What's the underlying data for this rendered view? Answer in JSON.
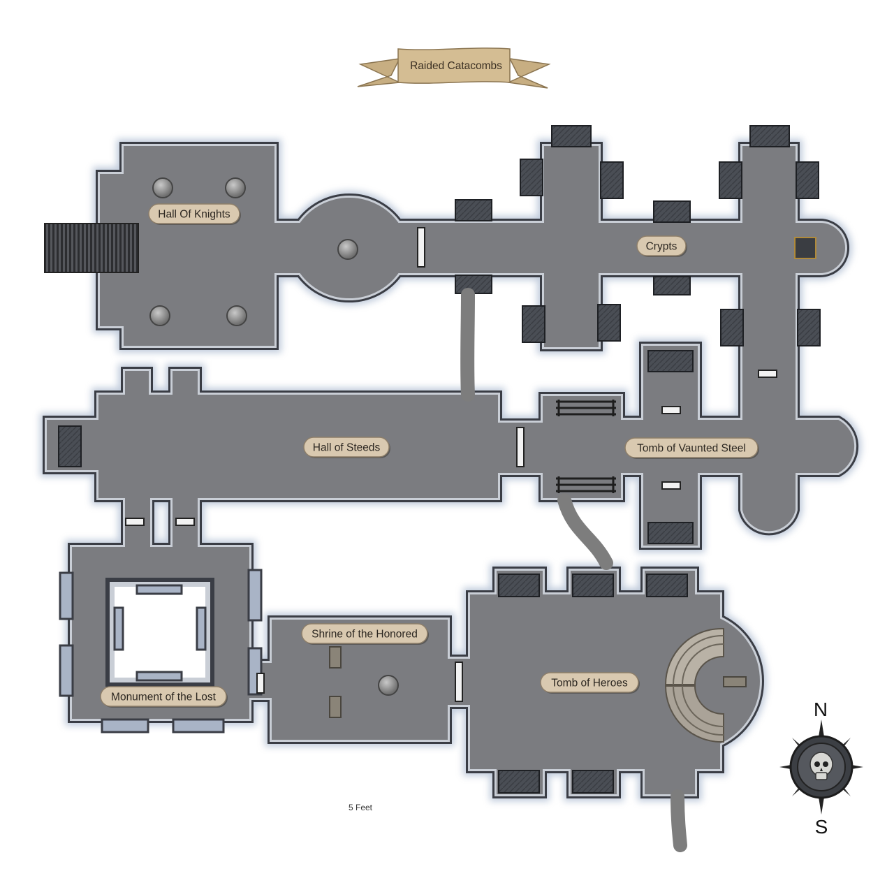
{
  "map": {
    "title": "Raided Catacombs",
    "scale_label": "5 Feet",
    "compass": {
      "north": "N",
      "south": "S"
    },
    "rooms": [
      {
        "id": "hall-of-knights",
        "label": "Hall Of Knights"
      },
      {
        "id": "crypts",
        "label": "Crypts"
      },
      {
        "id": "hall-of-steeds",
        "label": "Hall of Steeds"
      },
      {
        "id": "tomb-of-vaunted-steel",
        "label": "Tomb of Vaunted Steel"
      },
      {
        "id": "shrine-of-the-honored",
        "label": "Shrine of the Honored"
      },
      {
        "id": "monument-of-the-lost",
        "label": "Monument of the Lost"
      },
      {
        "id": "tomb-of-heroes",
        "label": "Tomb of Heroes"
      }
    ]
  }
}
